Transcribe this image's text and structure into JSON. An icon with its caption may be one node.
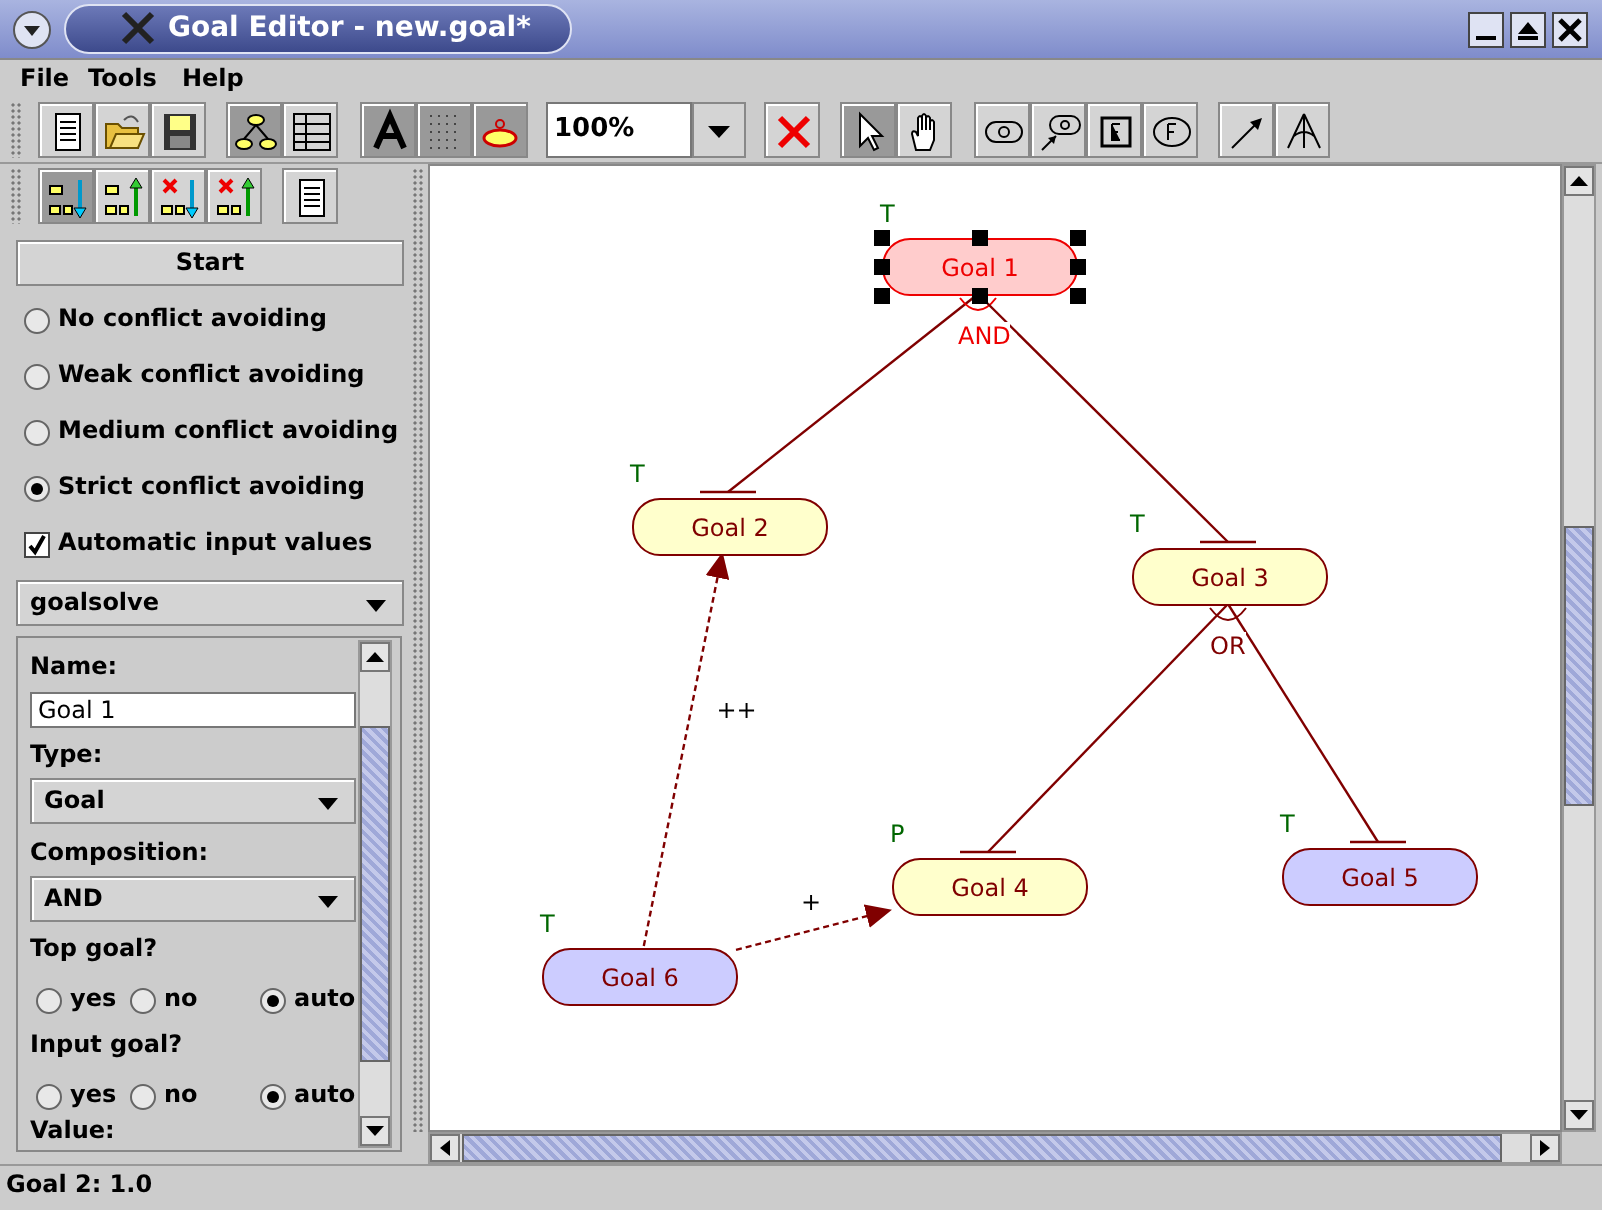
{
  "diagram": {
    "title": "Goal Editor - new.goal*",
    "nodes": [
      {
        "text": [
          "Goal 1"
        ],
        "beside": [
          "T"
        ]
      },
      {
        "text": [
          "Goal 2"
        ],
        "beside": [
          "T"
        ]
      },
      {
        "text": [
          "Goal 3"
        ],
        "beside": [
          "T"
        ]
      },
      {
        "text": [
          "Goal 4"
        ],
        "beside": [
          "P"
        ]
      },
      {
        "text": [
          "Goal 5"
        ],
        "beside": [
          "T"
        ]
      },
      {
        "text": [
          "Goal 6"
        ],
        "beside": [
          "T"
        ]
      }
    ],
    "edges": [
      {
        "from": 0,
        "to": 1,
        "arrow": "other"
      },
      {
        "from": 0,
        "to": 2,
        "arrow": "other"
      },
      {
        "from": 2,
        "to": 3,
        "arrow": "other"
      },
      {
        "from": 2,
        "to": 4,
        "arrow": "other"
      },
      {
        "from": 5,
        "to": 1,
        "arrow": "to",
        "label": "++",
        "style": "dashed"
      },
      {
        "from": 5,
        "to": 3,
        "arrow": "to",
        "label": "+",
        "style": "dashed"
      }
    ],
    "labels": [
      "File",
      "Tools",
      "Help",
      "100%",
      "Start",
      "No conflict avoiding",
      "Weak conflict avoiding",
      "Medium conflict avoiding",
      "Strict conflict avoiding",
      "Automatic input values",
      "goalsolve",
      "Name:",
      "Goal 1",
      "Type:",
      "Goal",
      "Composition:",
      "AND",
      "Top goal?",
      "yes",
      "no",
      "auto",
      "Input goal?",
      "yes",
      "no",
      "auto",
      "Value:",
      "AND",
      "OR",
      "Goal 2: 1.0"
    ]
  }
}
